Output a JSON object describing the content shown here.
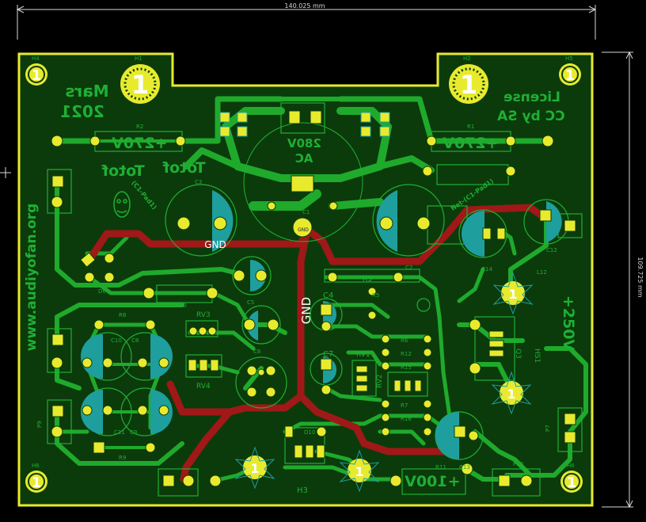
{
  "dimensions": {
    "width_label": "140.025 mm",
    "height_label": "109.725 mm"
  },
  "colors": {
    "background": "#000000",
    "copper_ground": "#0b3b0b",
    "copper_trace": "#1faa2c",
    "power_trace": "#a01818",
    "edge": "#e8ea2e",
    "silkscreen_back": "#1faf34",
    "pad": "#e8ea2e",
    "via": "#1f9e9e"
  },
  "labels": {
    "mars": "Mars",
    "year": "2021",
    "license": "License",
    "cc_by_sa": "CC by SA",
    "website": "www.audiyofan.org",
    "totof_left": "Totof",
    "totof_mid": "Totof",
    "ac_voltage": "280V",
    "ac": "AC",
    "v270_left": "+270V",
    "v270_right": "+270V",
    "v250": "+250V",
    "v100": "+100V",
    "gnd_top": "GND",
    "gnd_vertical": "GND",
    "gnd_pad": "GND",
    "net_c1": "(C1-Pad1)",
    "net_c1_right": "Net-(C1-Pad1)",
    "mount_number": "1"
  },
  "refs": {
    "h1": "H1",
    "h2": "H2",
    "h3": "H3",
    "h4": "H4",
    "h5": "H5",
    "h6": "H6",
    "c1": "C1",
    "c2": "C2",
    "c3": "C3",
    "c4": "C4",
    "c5": "C5",
    "c6": "C6",
    "c7": "C7",
    "c8": "C8",
    "c9": "C9",
    "c10": "C10",
    "c11": "C11",
    "c12": "C12",
    "c13": "C13",
    "c14": "C14",
    "r1": "R1",
    "r2": "R2",
    "r3": "R3",
    "r5": "R5",
    "r6": "R6",
    "r7": "R7",
    "r8": "R8",
    "r9": "R9",
    "r10": "R10",
    "r11": "R11",
    "r12": "R12",
    "r15": "R15",
    "r16": "R16",
    "rv1": "RV1",
    "rv2": "RV2",
    "rv3": "RV3",
    "rv4": "RV4",
    "d6": "D6",
    "d10": "D10",
    "q3": "Q3",
    "hs1": "HS1",
    "p7": "P7",
    "p9": "P9",
    "p10": "P10",
    "l12": "L12"
  }
}
